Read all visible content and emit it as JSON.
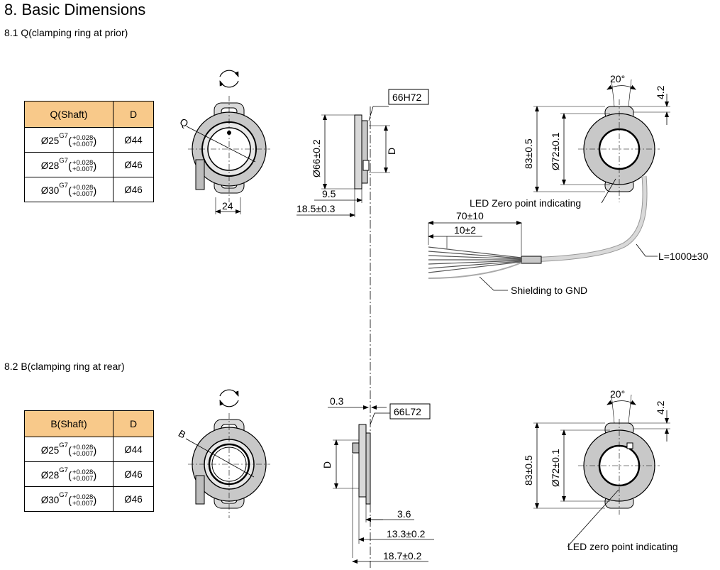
{
  "title": "8.  Basic Dimensions",
  "section1": {
    "heading": "8.1  Q(clamping ring at prior)",
    "table": {
      "headers": [
        "Q(Shaft)",
        "D"
      ],
      "rows": [
        {
          "shaft": "Ø25",
          "fit": "G7",
          "upper": "+0.028",
          "lower": "+0.007",
          "d": "Ø44"
        },
        {
          "shaft": "Ø28",
          "fit": "G7",
          "upper": "+0.028",
          "lower": "+0.007",
          "d": "Ø46"
        },
        {
          "shaft": "Ø30",
          "fit": "G7",
          "upper": "+0.028",
          "lower": "+0.007",
          "d": "Ø46"
        }
      ]
    },
    "labels": {
      "q": "Q",
      "width": "24",
      "tolerance_box": "66H72",
      "dia66": "Ø66±0.2",
      "d": "D",
      "dim95": "9.5",
      "dim185": "18.5±0.3",
      "angle": "20°",
      "dim42": "4.2",
      "dim83": "83±0.5",
      "dia72": "Ø72±0.1",
      "led": "LED Zero point indicating",
      "dim70": "70±10",
      "dim10": "10±2",
      "cable": "L=1000±30",
      "shield": "Shielding to GND"
    }
  },
  "section2": {
    "heading": "8.2  B(clamping ring at rear)",
    "table": {
      "headers": [
        "B(Shaft)",
        "D"
      ],
      "rows": [
        {
          "shaft": "Ø25",
          "fit": "G7",
          "upper": "+0.028",
          "lower": "+0.007",
          "d": "Ø44"
        },
        {
          "shaft": "Ø28",
          "fit": "G7",
          "upper": "+0.028",
          "lower": "+0.007",
          "d": "Ø46"
        },
        {
          "shaft": "Ø30",
          "fit": "G7",
          "upper": "+0.028",
          "lower": "+0.007",
          "d": "Ø46"
        }
      ]
    },
    "labels": {
      "b": "B",
      "dim03": "0.3",
      "tolerance_box": "66L72",
      "d": "D",
      "dim36": "3.6",
      "dim133": "13.3±0.2",
      "dim187": "18.7±0.2",
      "angle": "20°",
      "dim42": "4.2",
      "dim83": "83±0.5",
      "dia72": "Ø72±0.1",
      "led": "LED zero point indicating"
    }
  },
  "colors": {
    "table_header": "#f8c98a",
    "body_fill": "#d9d9d9",
    "ring_fill": "#bdbdbd"
  }
}
